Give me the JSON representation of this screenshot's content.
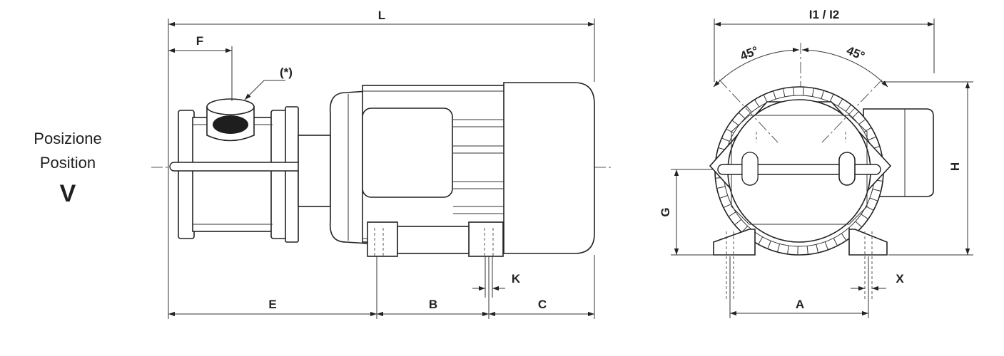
{
  "labels": {
    "position_it": "Posizione",
    "position_en": "Position",
    "position_code": "V"
  },
  "dimensions": {
    "L": "L",
    "F": "F",
    "note": "(*)",
    "E": "E",
    "B": "B",
    "C": "C",
    "K": "K",
    "I": "I1 / I2",
    "angle_left": "45°",
    "angle_right": "45°",
    "G": "G",
    "H": "H",
    "A": "A",
    "X": "X"
  },
  "colors": {
    "line": "#222222",
    "background": "#ffffff"
  }
}
